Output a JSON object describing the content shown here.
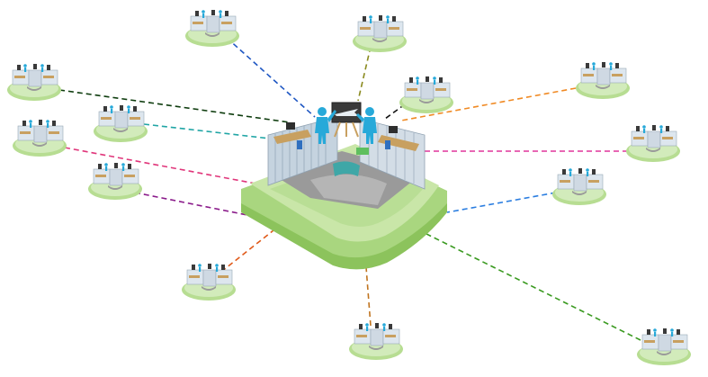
{
  "diagram": {
    "hub": {
      "kind": "central-office-platform",
      "occupants": 2,
      "presentation_board": "airplane-graphic"
    },
    "remote_offices": [
      {
        "id": "office-top-left",
        "line_color": "#1f57c3"
      },
      {
        "id": "office-top-center",
        "line_color": "#8a8a1e"
      },
      {
        "id": "office-upper-right",
        "line_color": "#111111"
      },
      {
        "id": "office-far-top-right",
        "line_color": "#f08a24"
      },
      {
        "id": "office-right",
        "line_color": "#e0359b"
      },
      {
        "id": "office-lower-right",
        "line_color": "#2a7de0"
      },
      {
        "id": "office-bottom-right",
        "line_color": "#3a9a20"
      },
      {
        "id": "office-bottom-center",
        "line_color": "#c0741f"
      },
      {
        "id": "office-bottom-left",
        "line_color": "#e05a1a"
      },
      {
        "id": "office-mid-left",
        "line_color": "#8a1a8a"
      },
      {
        "id": "office-left",
        "line_color": "#e0357a"
      },
      {
        "id": "office-inner-left",
        "line_color": "#20a5a5"
      },
      {
        "id": "office-far-left",
        "line_color": "#0f3d0f"
      }
    ],
    "colors": {
      "platform_light": "#c9e6a8",
      "platform_mid": "#a9d67f",
      "platform_dark": "#8cc35c",
      "wall": "#c5d3df",
      "floor": "#9a9a9a",
      "figure": "#27a9d9",
      "desk": "#c8a060"
    }
  }
}
